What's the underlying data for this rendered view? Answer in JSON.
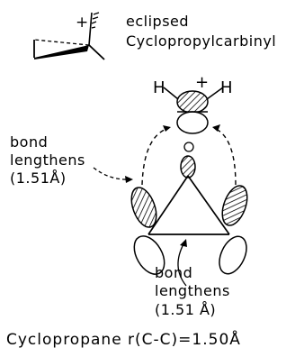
{
  "labels": {
    "conformation": "eclipsed",
    "species": "Cyclopropylcarbinyl",
    "left_bond_line1": "bond",
    "left_bond_line2": "lengthens",
    "left_bond_value": "(1.51Å)",
    "bottom_bond_line1": "bond",
    "bottom_bond_line2": "lengthens",
    "bottom_bond_value": "(1.51 Å)",
    "footer": "Cyclopropane r(C-C)=1.50Å"
  },
  "atoms": {
    "hydrogen_left": "H",
    "hydrogen_right": "H",
    "charge": "+",
    "newman_charge": "+"
  }
}
